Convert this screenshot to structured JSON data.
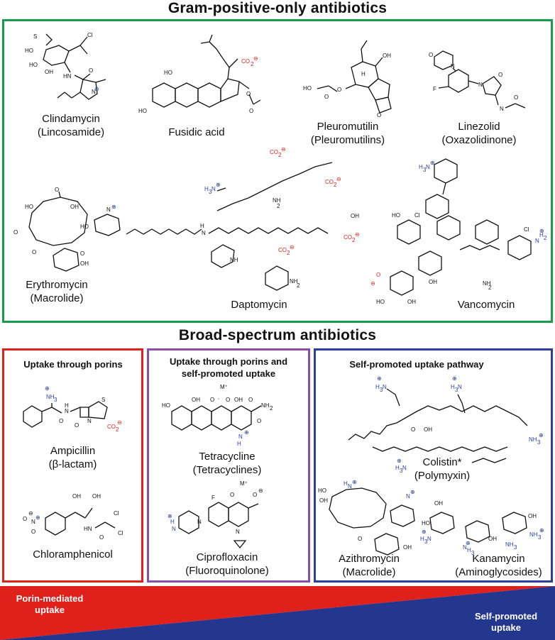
{
  "sections": {
    "gram_positive_title": "Gram-positive-only antibiotics",
    "broad_spectrum_title": "Broad-spectrum antibiotics"
  },
  "colors": {
    "green_box": "#1a9b4b",
    "red_box": "#e0201b",
    "purple_box": "#8a4fa8",
    "blue_box": "#2a3f9e",
    "gradient_red": "#e0201b",
    "gradient_blue": "#23378f"
  },
  "gram_positive": {
    "clindamycin": {
      "name": "Clindamycin",
      "class": "(Lincosamide)"
    },
    "fusidic": {
      "name": "Fusidic acid"
    },
    "pleuromutilin": {
      "name": "Pleuromutilin",
      "class": "(Pleuromutilins)"
    },
    "linezolid": {
      "name": "Linezolid",
      "class": "(Oxazolidinone)"
    },
    "erythromycin": {
      "name": "Erythromycin",
      "class": "(Macrolide)"
    },
    "daptomycin": {
      "name": "Daptomycin"
    },
    "vancomycin": {
      "name": "Vancomycin"
    }
  },
  "broad": {
    "porins_box": {
      "heading": "Uptake through  porins",
      "ampicillin": {
        "name": "Ampicillin",
        "class": "(β-lactam)"
      },
      "chloramphenicol": {
        "name": "Chloramphenicol"
      }
    },
    "mixed_box": {
      "heading_line1": "Uptake through porins and",
      "heading_line2": "self-promoted uptake",
      "tetracycline": {
        "name": "Tetracycline",
        "class": "(Tetracyclines)"
      },
      "ciprofloxacin": {
        "name": "Ciprofloxacin",
        "class": "(Fluoroquinolone)"
      }
    },
    "self_box": {
      "heading": "Self-promoted uptake pathway",
      "colistin": {
        "name": "Colistin*",
        "class": "(Polymyxin)"
      },
      "azithromycin": {
        "name": "Azithromycin",
        "class": "(Macrolide)"
      },
      "kanamycin": {
        "name": "Kanamycin",
        "class": "(Aminoglycosides)"
      }
    }
  },
  "gradient": {
    "left_line1": "Porin-mediated",
    "left_line2": "uptake",
    "right_line1": "Self-promoted",
    "right_line2": "uptake"
  }
}
